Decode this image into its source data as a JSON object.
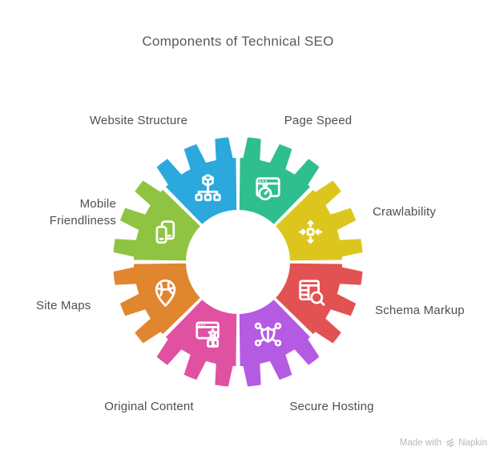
{
  "title": "Components of Technical SEO",
  "watermark": {
    "prefix": "Made with",
    "brand": "Napkin"
  },
  "diagram": {
    "type": "gear-wheel",
    "background": "#ffffff",
    "segments": [
      {
        "label": "Website Structure",
        "color": "#2ba9dd",
        "icon": "sitemap-cube-icon",
        "position": "top-left"
      },
      {
        "label": "Page Speed",
        "color": "#2fbf8e",
        "icon": "browser-stopwatch-icon",
        "position": "top-right"
      },
      {
        "label": "Crawlability",
        "color": "#dcc61e",
        "icon": "move-arrows-icon",
        "position": "right-upper"
      },
      {
        "label": "Schema Markup",
        "color": "#e25252",
        "icon": "table-magnifier-icon",
        "position": "right-lower"
      },
      {
        "label": "Secure Hosting",
        "color": "#b55ae2",
        "icon": "shield-network-icon",
        "position": "bottom-right"
      },
      {
        "label": "Original Content",
        "color": "#e051a2",
        "icon": "browser-star-rank-icon",
        "position": "bottom-left"
      },
      {
        "label": "Site Maps",
        "color": "#e0862f",
        "icon": "map-pin-icon",
        "position": "left-lower"
      },
      {
        "label": "Mobile Friendliness",
        "color": "#8ec441",
        "icon": "devices-icon",
        "position": "left-upper"
      }
    ]
  }
}
